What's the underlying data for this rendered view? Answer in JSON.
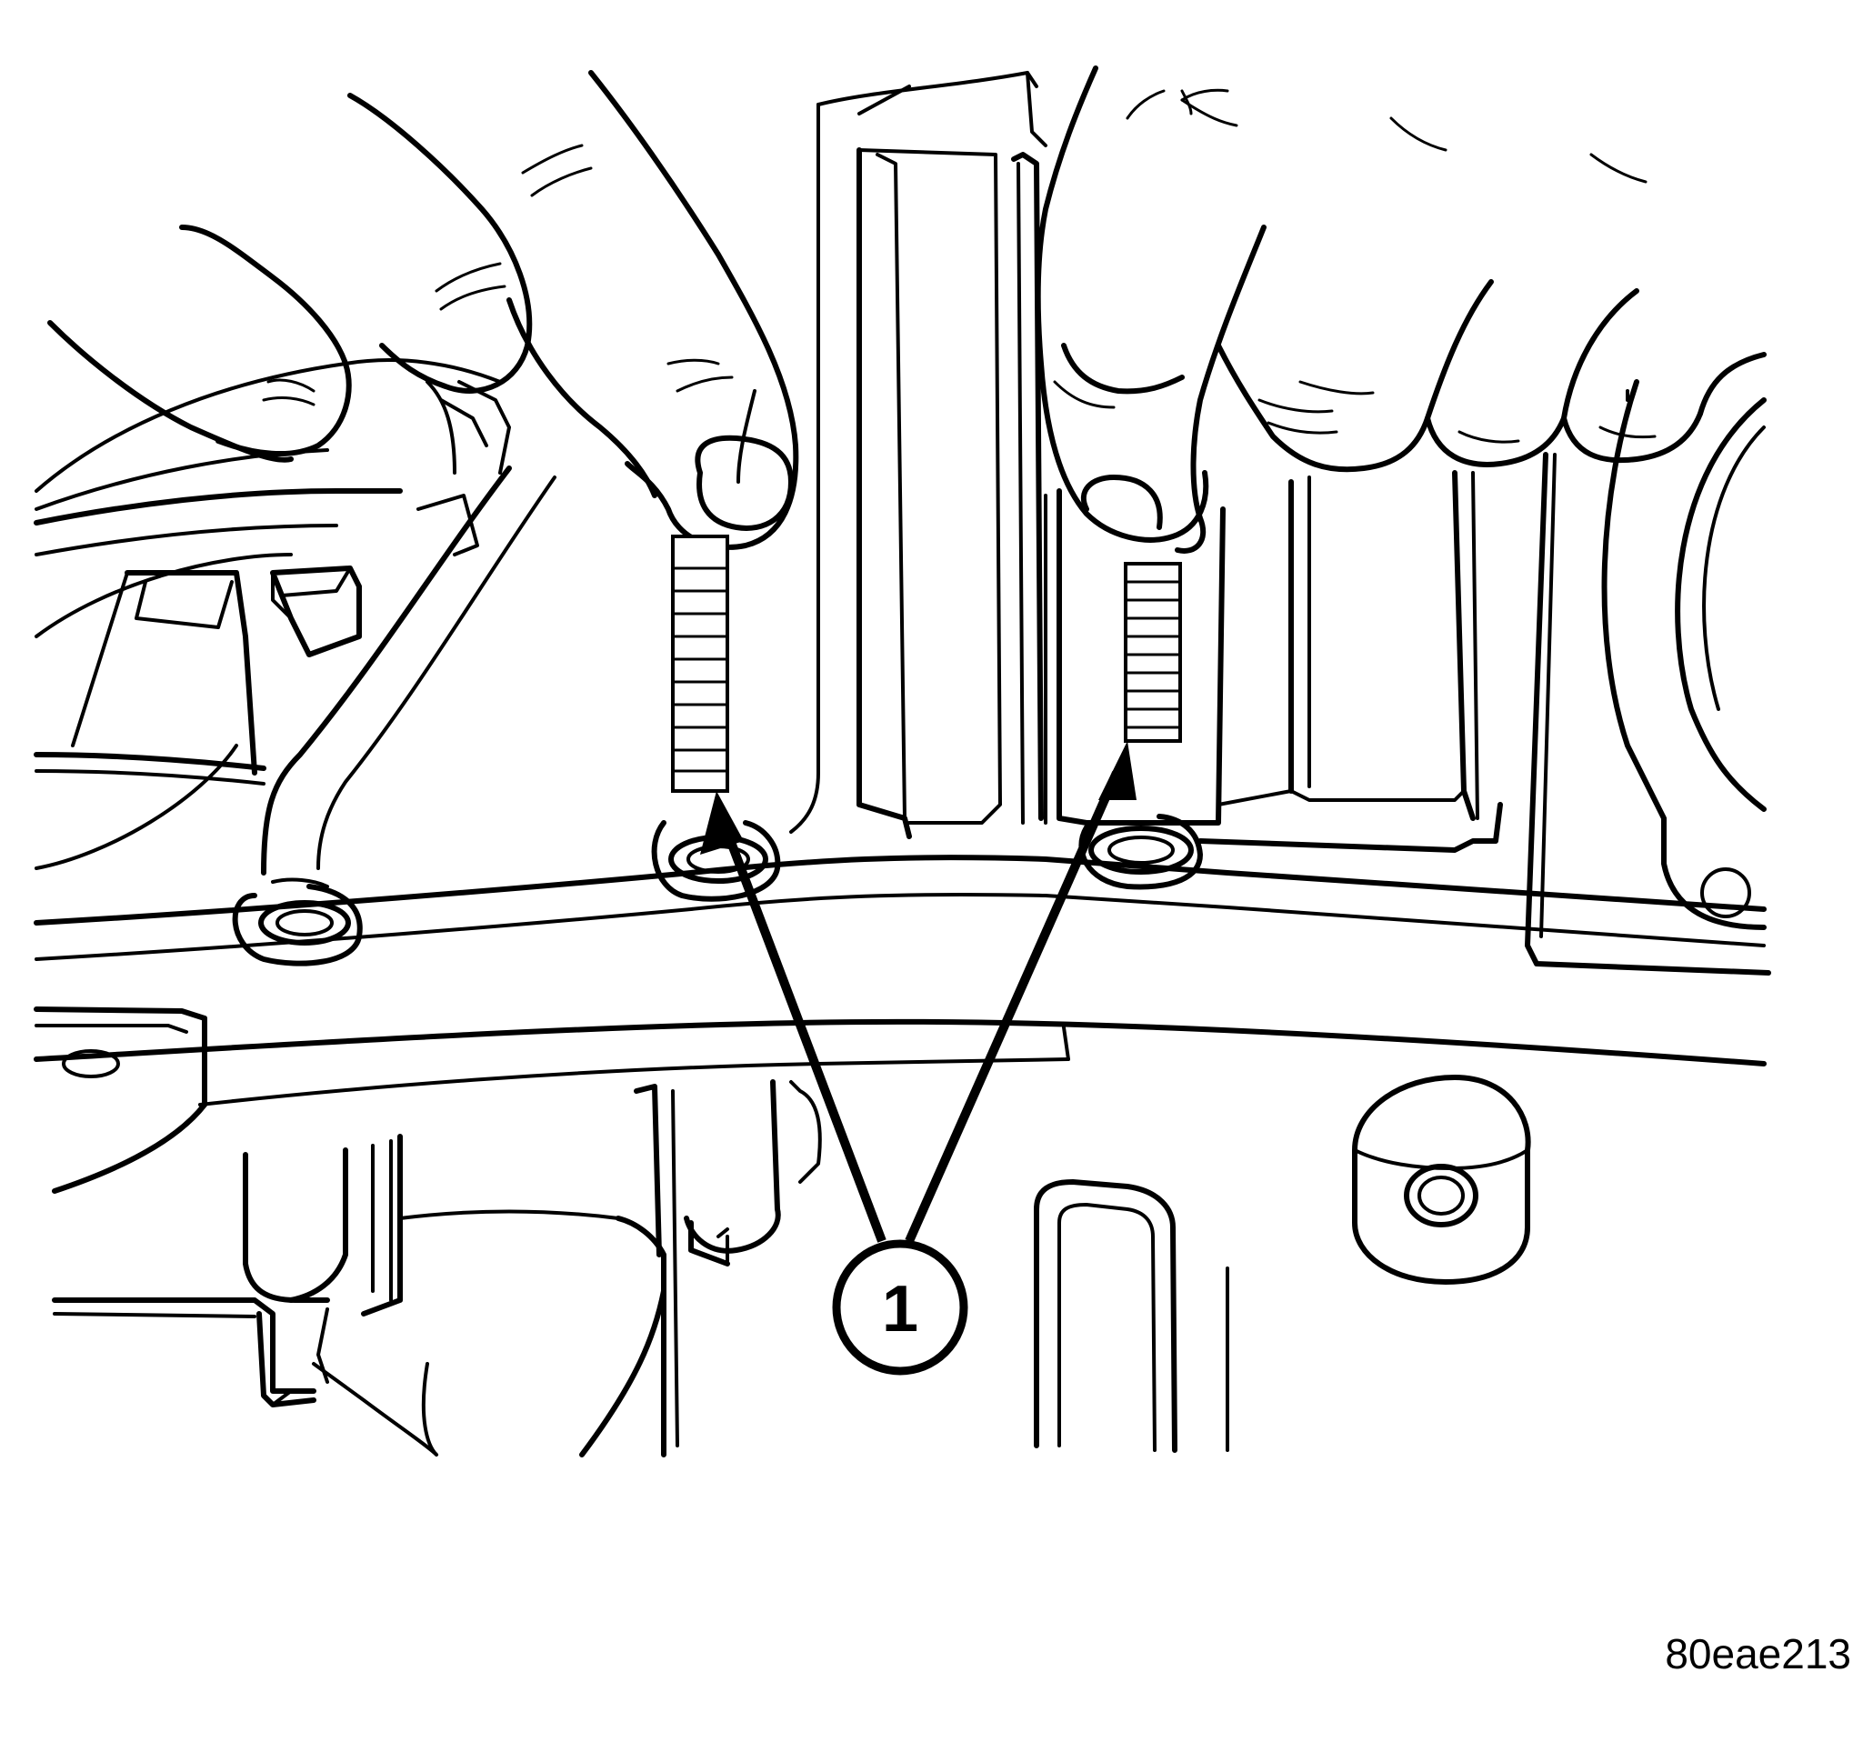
{
  "callouts": [
    {
      "label": "1",
      "points_to": [
        "left-guide-stud",
        "right-guide-stud"
      ]
    }
  ],
  "figure_id": "80eae213"
}
